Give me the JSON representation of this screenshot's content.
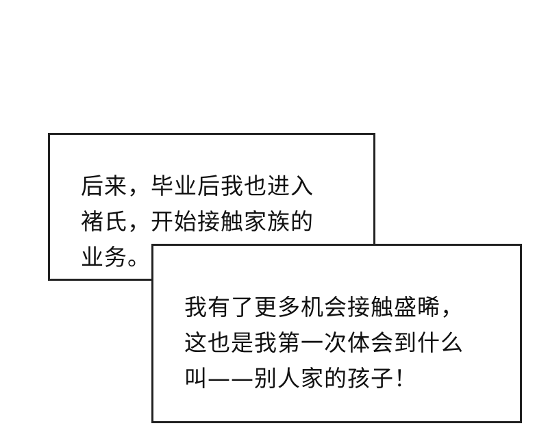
{
  "captions": [
    {
      "lines": [
        "后来，毕业后我也进入",
        "褚氏，开始接触家族的",
        "业务。"
      ]
    },
    {
      "lines": [
        "我有了更多机会接触盛晞，",
        "这也是我第一次体会到什么",
        "叫——别人家的孩子！"
      ]
    }
  ],
  "colors": {
    "background": "#ffffff",
    "border": "#222222",
    "text": "#111111"
  }
}
